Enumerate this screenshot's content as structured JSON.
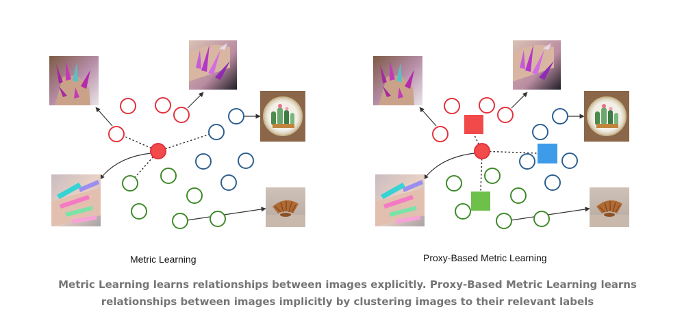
{
  "panels": {
    "left": {
      "title": "Metric Learning"
    },
    "right": {
      "title": "Proxy-Based Metric Learning"
    }
  },
  "caption": {
    "line1": "Metric Learning learns relationships between images explicitly. Proxy-Based Metric Learning learns",
    "line2": "relationships between images implicitly by clustering images to their relevant labels"
  },
  "colors": {
    "red": "#e2323c",
    "anchor_fill": "#f24a4a",
    "blue": "#2e5f8f",
    "green": "#3e8a2a",
    "proxy_red": "#f24a4a",
    "proxy_blue": "#3d9be9",
    "proxy_green": "#6dc04a",
    "caption": "#757575"
  },
  "thumbnails": [
    "nails-purple-image",
    "nails-chrome-image",
    "cactus-embroidery-image",
    "nails-neon-image",
    "shell-image"
  ]
}
